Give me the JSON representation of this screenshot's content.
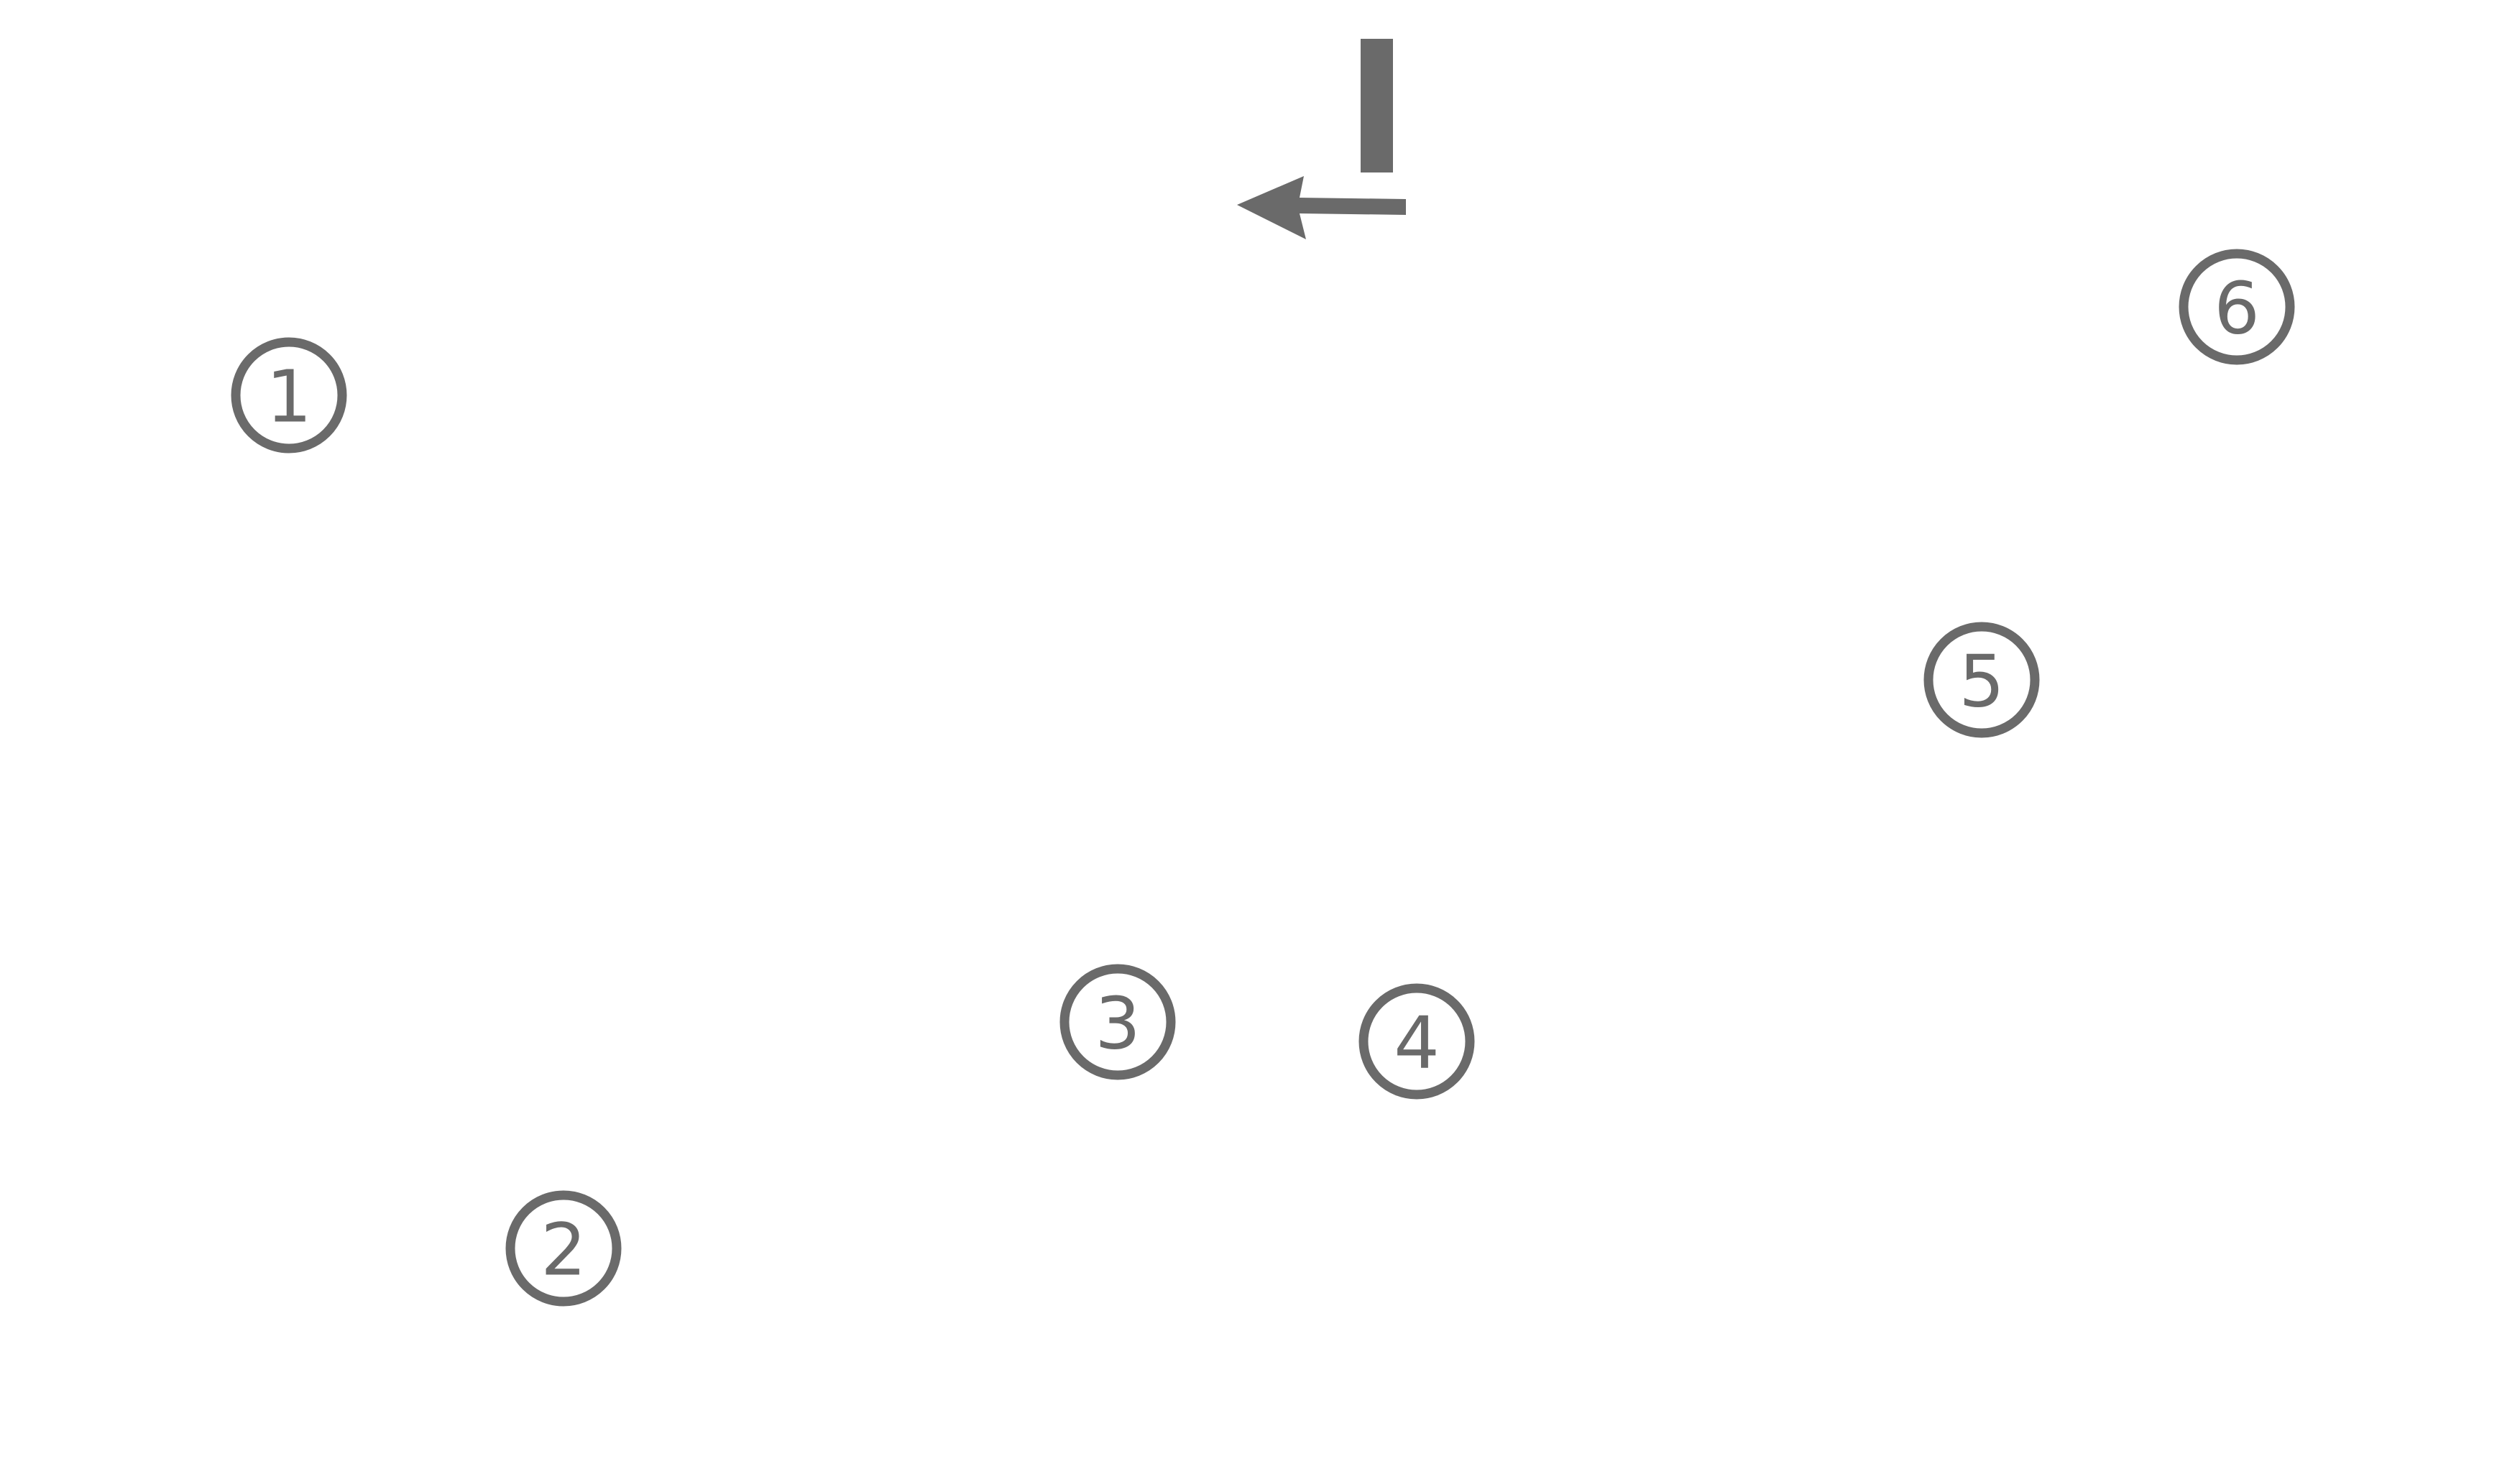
{
  "colors": {
    "mark": "#6a6a6a",
    "background": "#ffffff"
  },
  "shapes": {
    "bar": "vertical-bar",
    "arrow": "arrow-left"
  },
  "markers": [
    {
      "label": "1"
    },
    {
      "label": "2"
    },
    {
      "label": "3"
    },
    {
      "label": "4"
    },
    {
      "label": "5"
    },
    {
      "label": "6"
    }
  ]
}
